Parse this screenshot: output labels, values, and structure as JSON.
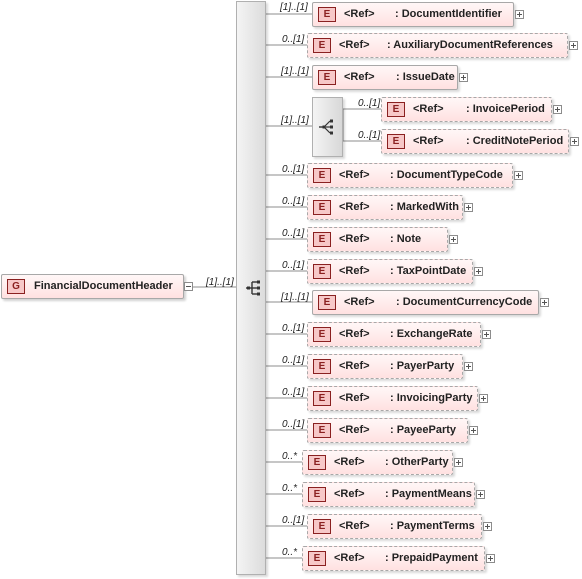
{
  "root": {
    "badge": "G",
    "name": "FinancialDocumentHeader",
    "cardinality": "[1]..[1]"
  },
  "element_badge": "E",
  "ref_label": "<Ref>",
  "items": [
    {
      "name": "DocumentIdentifier",
      "card": "[1]..[1]",
      "optional": false
    },
    {
      "name": "AuxiliaryDocumentReferences",
      "card": "0..[1]",
      "optional": true
    },
    {
      "name": "IssueDate",
      "card": "[1]..[1]",
      "optional": false
    },
    {
      "name": "InvoicePeriod",
      "card": "0..[1]",
      "optional": true
    },
    {
      "name": "CreditNotePeriod",
      "card": "0..[1]",
      "optional": true
    },
    {
      "name": "DocumentTypeCode",
      "card": "0..[1]",
      "optional": true
    },
    {
      "name": "MarkedWith",
      "card": "0..[1]",
      "optional": true
    },
    {
      "name": "Note",
      "card": "0..[1]",
      "optional": true
    },
    {
      "name": "TaxPointDate",
      "card": "0..[1]",
      "optional": true
    },
    {
      "name": "DocumentCurrencyCode",
      "card": "[1]..[1]",
      "optional": false
    },
    {
      "name": "ExchangeRate",
      "card": "0..[1]",
      "optional": true
    },
    {
      "name": "PayerParty",
      "card": "0..[1]",
      "optional": true
    },
    {
      "name": "InvoicingParty",
      "card": "0..[1]",
      "optional": true
    },
    {
      "name": "PayeeParty",
      "card": "0..[1]",
      "optional": true
    },
    {
      "name": "OtherParty",
      "card": "0..*",
      "optional": true
    },
    {
      "name": "PaymentMeans",
      "card": "0..*",
      "optional": true
    },
    {
      "name": "PaymentTerms",
      "card": "0..[1]",
      "optional": true
    },
    {
      "name": "PrepaidPayment",
      "card": "0..*",
      "optional": true
    }
  ],
  "choice": {
    "card": "[1]..[1]"
  },
  "colors": {
    "box_border": "#a8a8a8",
    "badge_border": "#8a2020",
    "badge_fill": "#f7c8c8",
    "line": "#8c8c8c"
  }
}
